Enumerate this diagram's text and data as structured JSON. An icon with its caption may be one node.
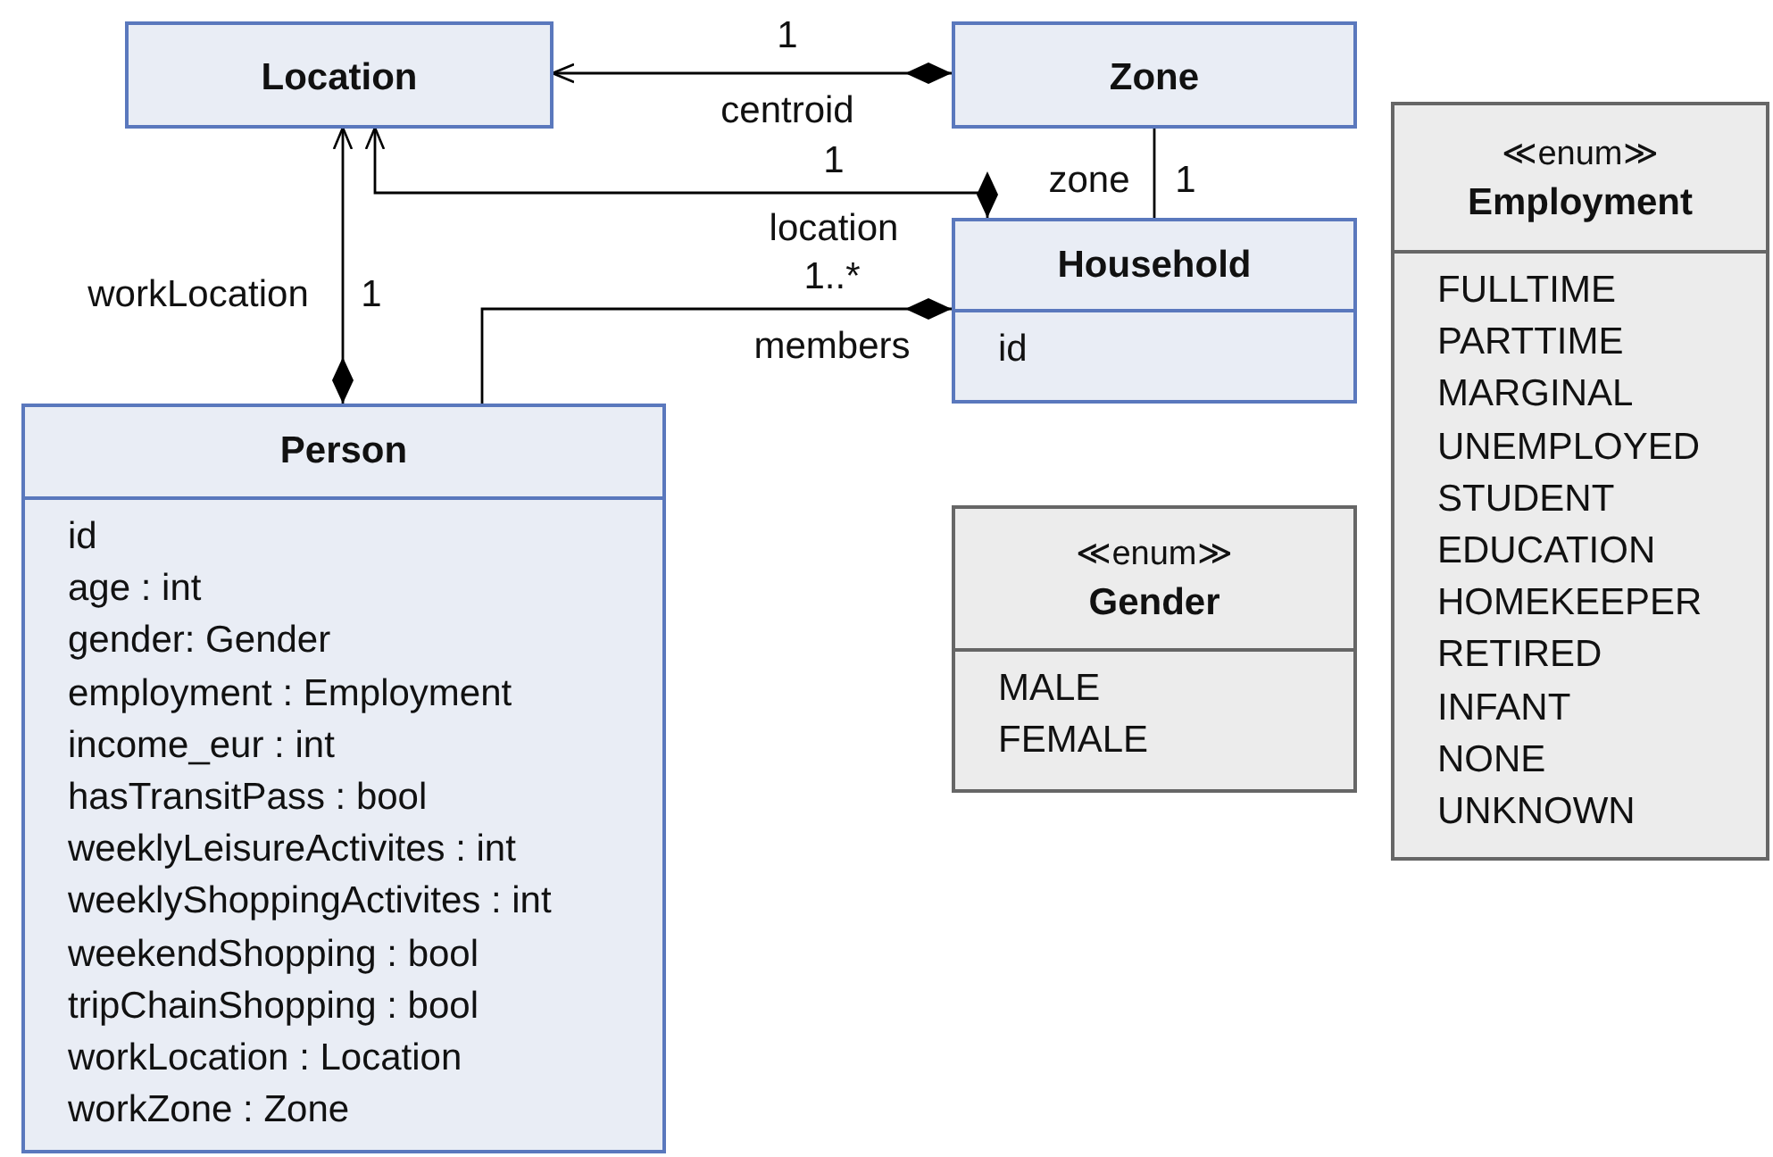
{
  "diagram": {
    "nodes": [
      {
        "text": [
          "Location"
        ]
      },
      {
        "text": [
          "Zone"
        ]
      },
      {
        "text": [
          "Household",
          "id"
        ]
      },
      {
        "text": [
          "≪enum≫",
          "Employment",
          "FULLTIME",
          "PARTTIME",
          "MARGINAL",
          "UNEMPLOYED",
          "STUDENT",
          "EDUCATION",
          "HOMEKEEPER",
          "RETIRED",
          "INFANT",
          "NONE",
          "UNKNOWN"
        ]
      },
      {
        "text": [
          "Person",
          "id",
          "age : int",
          "gender: Gender",
          "employment : Employment",
          "income_eur : int",
          "hasTransitPass : bool",
          "weeklyLeisureActivites : int",
          "weeklyShoppingActivites : int",
          "weekendShopping : bool",
          "tripChainShopping : bool",
          "workLocation : Location",
          "workZone : Zone"
        ]
      },
      {
        "text": [
          "≪enum≫",
          "Gender",
          "MALE",
          "FEMALE"
        ]
      }
    ],
    "edges": [
      {
        "from": 1,
        "to": 0,
        "arrow": "to",
        "label": "centroid"
      },
      {
        "from": 2,
        "to": 0,
        "arrow": "to",
        "label": "location"
      },
      {
        "from": 1,
        "to": 2,
        "arrow": "none",
        "label": "zone"
      },
      {
        "from": 4,
        "to": 0,
        "arrow": "to",
        "label": "workLocation"
      },
      {
        "from": 2,
        "to": 4,
        "arrow": "other",
        "label": "members"
      }
    ],
    "labels": [
      "1",
      "1",
      "1",
      "1..*",
      "1"
    ]
  }
}
